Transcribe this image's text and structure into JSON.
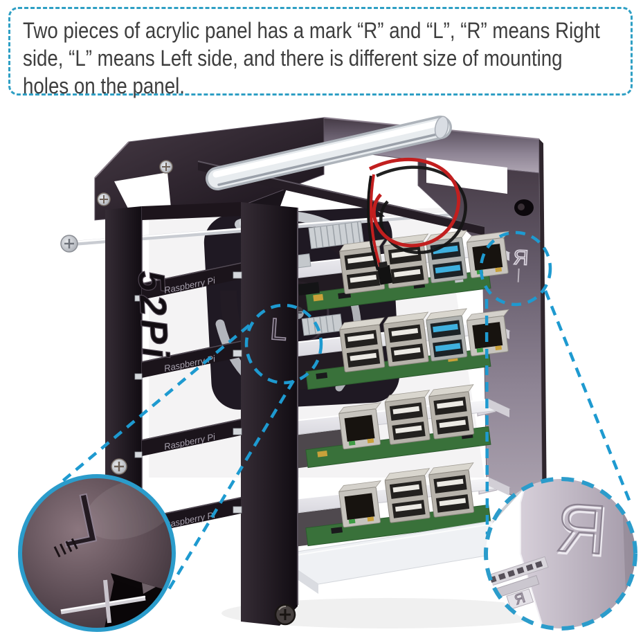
{
  "annotation_box": {
    "lines": [
      "Two pieces of acrylic panel has a mark “R” and “L”, “R” means Right",
      "side, “L” means Left side, and there is different size of mounting",
      "holes on the panel."
    ],
    "border_color": "#2E9FC4",
    "text_color": "#3E3E3E"
  },
  "photo": {
    "brand_engraving": "52Pi",
    "shelf_engraving": "Raspberry Pi",
    "left_mark_label": "L",
    "right_mark_label": "R"
  },
  "callouts": {
    "accent_color": "#1E9AD0",
    "left_zoom_label": "L",
    "right_zoom_label": "R"
  },
  "colors": {
    "background": "#FFFFFF",
    "dark_acrylic": "#2A2129",
    "clear_acrylic": "#E8E8EC",
    "pcb_green": "#39713A",
    "usb3_blue": "#3FB0DE",
    "wire_red": "#C21F1F"
  }
}
